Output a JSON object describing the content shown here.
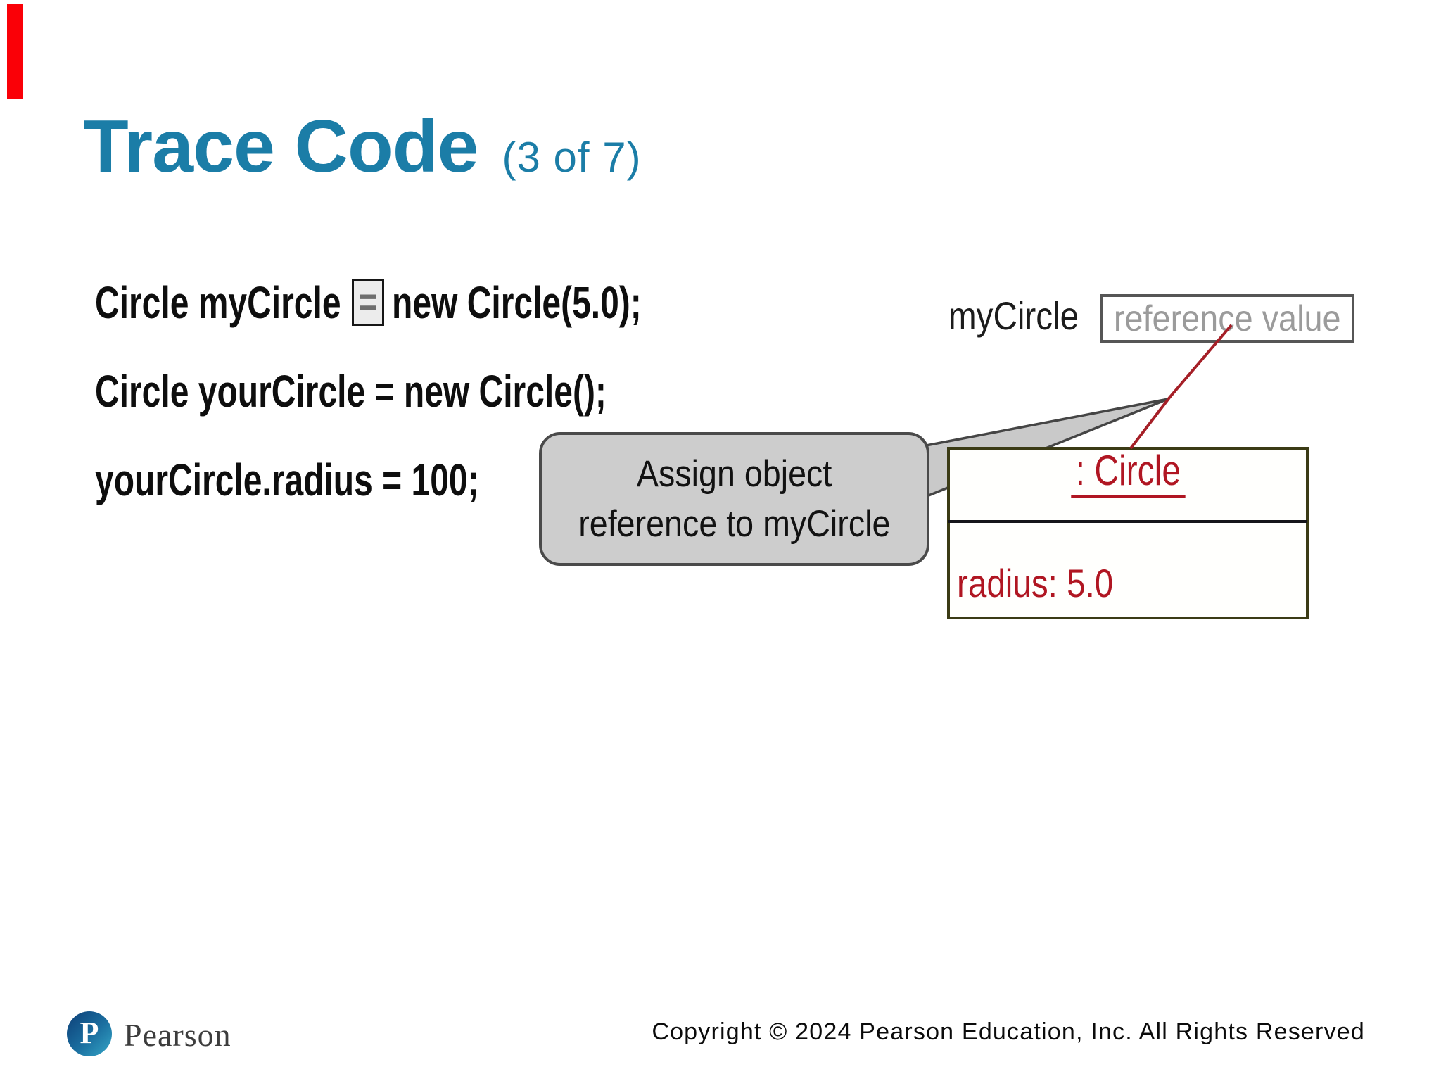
{
  "slide": {
    "title": "Trace Code",
    "title_suffix": "(3 of 7)",
    "code": {
      "line1_before": "Circle myCircle",
      "line1_highlight": "=",
      "line1_after": "new Circle(5.0);",
      "line2": "Circle yourCircle = new Circle();",
      "line3": "yourCircle.radius = 100;"
    },
    "callout": {
      "line1": "Assign object",
      "line2": "reference to myCircle"
    },
    "diagram": {
      "variable_label": "myCircle",
      "reference_box_text": "reference value",
      "object_title": ": Circle",
      "object_attribute": "radius: 5.0"
    },
    "footer": {
      "logo_initial": "P",
      "logo_text": "Pearson",
      "copyright": "Copyright © 2024 Pearson Education, Inc. All Rights Reserved"
    },
    "colors": {
      "title_teal": "#1b7da7",
      "diagram_red": "#b01622",
      "pointer_line_red": "#a51f27",
      "object_box_border_olive": "#3b3b15",
      "callout_fill_gray": "#cdcdcd",
      "highlight_box_gray": "#ececec",
      "left_marker_red": "#fa0007"
    }
  }
}
